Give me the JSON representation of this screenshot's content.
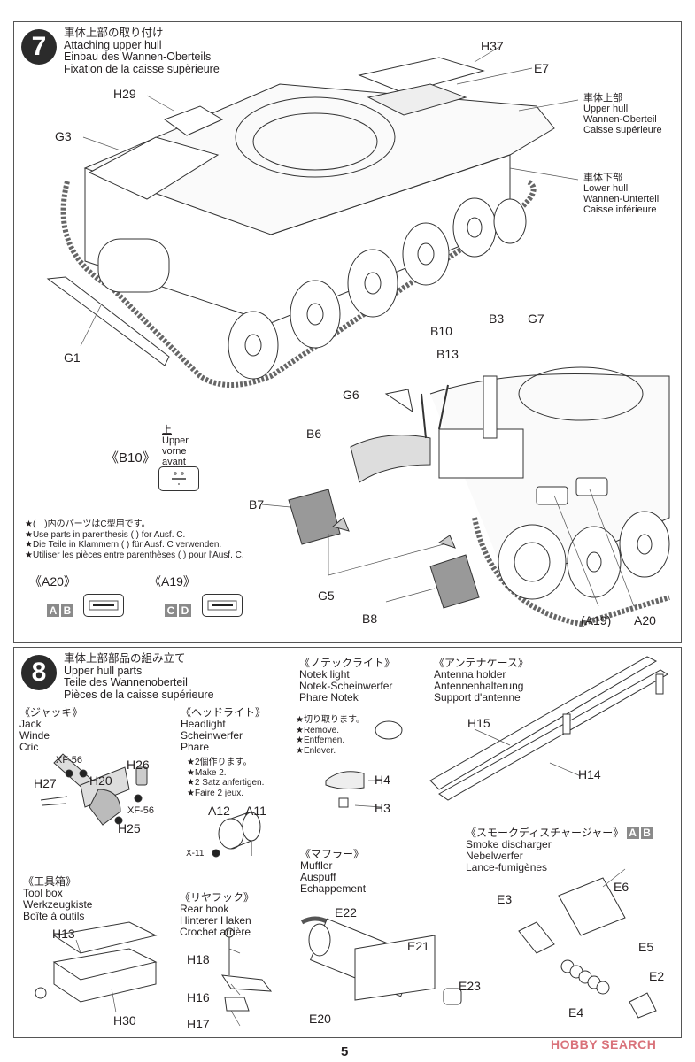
{
  "page": {
    "number": "5",
    "watermark": "HOBBY SEARCH"
  },
  "step7": {
    "number": "7",
    "title": [
      "車体上部の取り付け",
      "Attaching upper hull",
      "Einbau des Wannen-Oberteils",
      "Fixation de la caisse supèrieure"
    ],
    "callouts": {
      "upper_hull": [
        "車体上部",
        "Upper hull",
        "Wannen-Oberteil",
        "Caisse supérieure"
      ],
      "lower_hull": [
        "車体下部",
        "Lower hull",
        "Wannen-Unterteil",
        "Caisse inférieure"
      ]
    },
    "parts": {
      "H37": "H37",
      "E7": "E7",
      "H29": "H29",
      "G3": "G3",
      "G1": "G1",
      "B10": "B10",
      "B13": "B13",
      "B3": "B3",
      "G7": "G7",
      "G6": "G6",
      "B6": "B6",
      "B7": "B7",
      "G5": "G5",
      "B8": "B8",
      "A19": "(A19)",
      "A20": "A20"
    },
    "b10_detail": {
      "label": "《B10》",
      "orientation": [
        "上",
        "Upper",
        "vorne",
        "avant"
      ]
    },
    "notes": [
      "★(　)内のパーツはC型用です。",
      "★Use parts in parenthesis ( ) for Ausf. C.",
      "★Die Teile in Klammern ( ) für Ausf. C verwenden.",
      "★Utiliser les pièces entre parenthèses ( ) pour l'Ausf. C."
    ],
    "variants": [
      {
        "label": "《A20》",
        "badges": [
          "A",
          "B"
        ]
      },
      {
        "label": "《A19》",
        "badges": [
          "C",
          "D"
        ]
      }
    ]
  },
  "step8": {
    "number": "8",
    "title": [
      "車体上部部品の組み立て",
      "Upper hull parts",
      "Teile des Wannenoberteil",
      "Pièces de la caisse supérieure"
    ],
    "sections": {
      "jack": {
        "heading": "《ジャッキ》",
        "names": [
          "Jack",
          "Winde",
          "Cric"
        ],
        "parts": {
          "H26": "H26",
          "H27": "H27",
          "H20": "H20",
          "H25": "H25",
          "paint1": "XF-56",
          "paint2": "XF-56"
        }
      },
      "headlight": {
        "heading": "《ヘッドライト》",
        "names": [
          "Headlight",
          "Scheinwerfer",
          "Phare"
        ],
        "notes": [
          "★2個作ります。",
          "★Make 2.",
          "★2 Satz anfertigen.",
          "★Faire 2 jeux."
        ],
        "parts": {
          "A12": "A12",
          "A11": "A11",
          "paint": "X-11"
        }
      },
      "notek": {
        "heading": "《ノテックライト》",
        "names": [
          "Notek light",
          "Notek-Scheinwerfer",
          "Phare Notek"
        ],
        "notes": [
          "★切り取ります。",
          "★Remove.",
          "★Entfernen.",
          "★Enlever."
        ],
        "parts": {
          "H4": "H4",
          "H3": "H3"
        }
      },
      "antenna": {
        "heading": "《アンテナケース》",
        "names": [
          "Antenna holder",
          "Antennenhalterung",
          "Support d'antenne"
        ],
        "parts": {
          "H15": "H15",
          "H14": "H14"
        }
      },
      "toolbox": {
        "heading": "《工具箱》",
        "names": [
          "Tool box",
          "Werkzeugkiste",
          "Boîte à outils"
        ],
        "parts": {
          "H13": "H13",
          "H30": "H30"
        }
      },
      "rearhook": {
        "heading": "《リヤフック》",
        "names": [
          "Rear hook",
          "Hinterer Haken",
          "Crochet arrière"
        ],
        "parts": {
          "H18": "H18",
          "H16": "H16",
          "H17": "H17"
        }
      },
      "muffler": {
        "heading": "《マフラー》",
        "names": [
          "Muffler",
          "Auspuff",
          "Echappement"
        ],
        "parts": {
          "E22": "E22",
          "E21": "E21",
          "E23": "E23",
          "E20": "E20"
        }
      },
      "smoke": {
        "heading": "《スモークディスチャージャー》",
        "badges": [
          "A",
          "B"
        ],
        "names": [
          "Smoke discharger",
          "Nebelwerfer",
          "Lance-fumigènes"
        ],
        "parts": {
          "E3": "E3",
          "E6": "E6",
          "E5": "E5",
          "E2": "E2",
          "E4": "E4"
        }
      }
    }
  }
}
